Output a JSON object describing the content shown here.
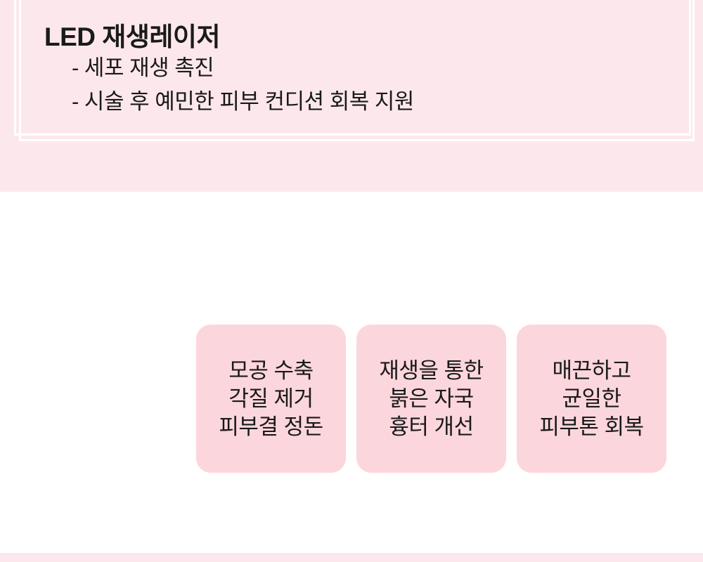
{
  "header": {
    "title": "LED 재생레이저",
    "bullets": [
      "- 세포 재생 촉진",
      "- 시술 후 예민한 피부 컨디션 회복 지원"
    ]
  },
  "benefit_cards": {
    "items": [
      {
        "lines": [
          "모공 수축",
          "각질 제거",
          "피부결 정돈"
        ]
      },
      {
        "lines": [
          "재생을 통한",
          "붉은 자국",
          "흉터 개선"
        ]
      },
      {
        "lines": [
          "매끈하고",
          "균일한",
          "피부톤 회복"
        ]
      }
    ]
  },
  "colors": {
    "section_bg": "#fce8ec",
    "card_bg": "#fcd6dd",
    "frame_line": "#ffffff",
    "text": "#1a1a1a"
  }
}
